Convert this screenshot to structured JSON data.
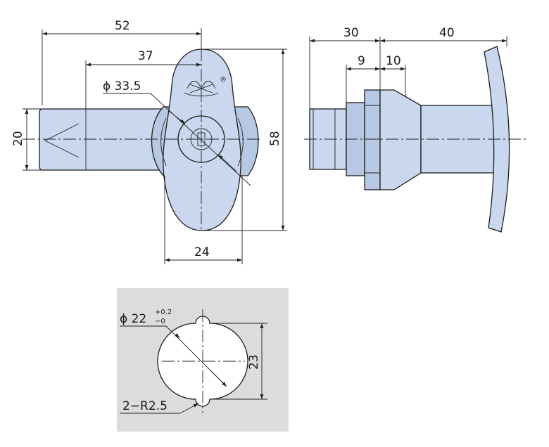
{
  "front_view": {
    "dim_width": "52",
    "dim_key_offset": "37",
    "dim_diameter": "ϕ 33.5",
    "dim_shaft": "20",
    "dim_height": "58",
    "dim_neck": "24",
    "logo_mark": "®"
  },
  "side_view": {
    "dim_body": "30",
    "dim_handle": "40",
    "dim_thread": "9",
    "dim_collar": "10"
  },
  "cutout": {
    "diameter_label": "ϕ 22",
    "tol_upper": "+0.2",
    "tol_lower": "−0",
    "dim_span": "23",
    "radius_label": "2−R2.5"
  },
  "colors": {
    "part_fill": "#c9d8ee",
    "cutout_panel": "#dcdcdc",
    "line": "#1c1c1c"
  }
}
